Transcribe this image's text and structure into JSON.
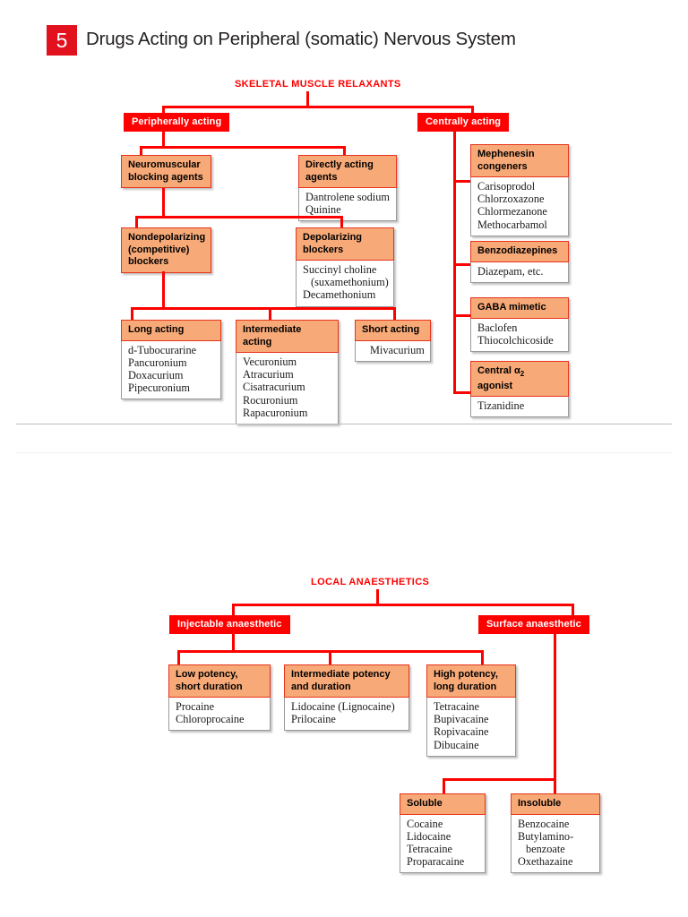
{
  "chapter": {
    "number": "5",
    "title": "Drugs Acting on Peripheral (somatic) Nervous System",
    "badge_color": "#E2111E"
  },
  "colors": {
    "line": "#FF0000",
    "node_red": "#FF0000",
    "card_header": "#F7A977",
    "card_header_border": "#E8341C",
    "card_body_border": "#9A9A9A",
    "rule": "#B9BCBE"
  },
  "chart_one": {
    "root": "SKELETAL MUSCLE RELAXANTS",
    "branch_left": "Peripherally acting",
    "branch_right": "Centrally acting",
    "neuromuscular": "Neuromuscular\nblocking agents",
    "neuromuscular_l1": "Neuromuscular",
    "neuromuscular_l2": "blocking agents",
    "directly_acting_l1": "Directly acting",
    "directly_acting_l2": "agents",
    "directly_acting_items": [
      "Dantrolene sodium",
      "Quinine"
    ],
    "nondepolarizing_l1": "Nondepolarizing",
    "nondepolarizing_l2": "(competitive)",
    "nondepolarizing_l3": "blockers",
    "depolarizing_l1": "Depolarizing",
    "depolarizing_l2": "blockers",
    "depolarizing_items": [
      "Succinyl choline",
      "(suxamethonium)",
      "Decamethonium"
    ],
    "long_acting": "Long acting",
    "long_acting_items": [
      "d-Tubocurarine",
      "Pancuronium",
      "Doxacurium",
      "Pipecuronium"
    ],
    "intermediate_acting": "Intermediate acting",
    "intermediate_acting_items": [
      "Vecuronium",
      "Atracurium",
      "Cisatracurium",
      "Rocuronium",
      "Rapacuronium"
    ],
    "short_acting": "Short acting",
    "short_acting_items": [
      "Mivacurium"
    ],
    "mephenesin_l1": "Mephenesin",
    "mephenesin_l2": "congeners",
    "mephenesin_items": [
      "Carisoprodol",
      "Chlorzoxazone",
      "Chlormezanone",
      "Methocarbamol"
    ],
    "benzodiazepines": "Benzodiazepines",
    "benzodiazepines_items": [
      "Diazepam, etc."
    ],
    "gaba_mimetic": "GABA mimetic",
    "gaba_mimetic_items": [
      "Baclofen",
      "Thiocolchicoside"
    ],
    "central_alpha2_pre": "Central ",
    "central_alpha2_greek": "α",
    "central_alpha2_sub": "2",
    "central_alpha2_post": " agonist",
    "central_alpha2_items": [
      "Tizanidine"
    ]
  },
  "chart_two": {
    "root": "LOCAL ANAESTHETICS",
    "branch_left": "Injectable anaesthetic",
    "branch_right": "Surface anaesthetic",
    "low_potency_l1": "Low potency,",
    "low_potency_l2": "short duration",
    "low_potency_items": [
      "Procaine",
      "Chloroprocaine"
    ],
    "intermediate_potency_l1": "Intermediate potency",
    "intermediate_potency_l2": "and duration",
    "intermediate_potency_items": [
      "Lidocaine (Lignocaine)",
      "Prilocaine"
    ],
    "high_potency_l1": "High potency,",
    "high_potency_l2": "long duration",
    "high_potency_items": [
      "Tetracaine",
      "Bupivacaine",
      "Ropivacaine",
      "Dibucaine"
    ],
    "soluble": "Soluble",
    "soluble_items": [
      "Cocaine",
      "Lidocaine",
      "Tetracaine",
      "Proparacaine"
    ],
    "insoluble": "Insoluble",
    "insoluble_items": [
      "Benzocaine",
      "Butylamino-",
      "benzoate",
      "Oxethazaine"
    ]
  }
}
